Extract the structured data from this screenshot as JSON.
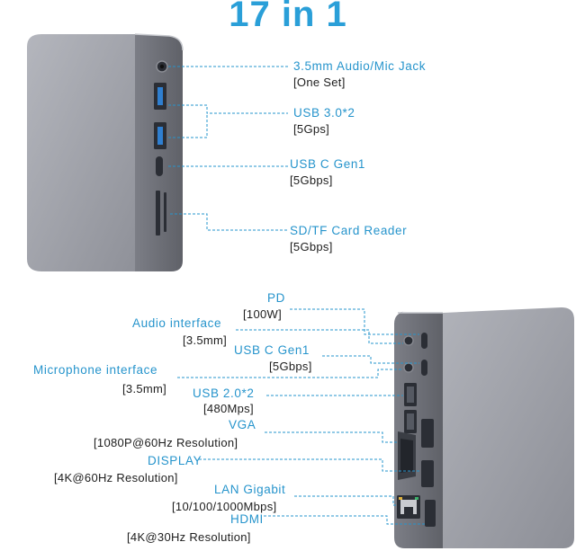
{
  "title": "17 in 1",
  "colors": {
    "accent": "#2a9fd8",
    "device_body": "#9a9ca4",
    "device_edge": "#6f7179",
    "port": "#2b2e35"
  },
  "front_ports": [
    {
      "name": "3.5mm Audio/Mic Jack",
      "spec": "[One Set]"
    },
    {
      "name": "USB 3.0*2",
      "spec": "[5Gps]"
    },
    {
      "name": "USB C Gen1",
      "spec": "[5Gbps]"
    },
    {
      "name": "SD/TF Card Reader",
      "spec": "[5Gbps]"
    }
  ],
  "rear_ports": [
    {
      "name": "PD",
      "spec": "[100W]"
    },
    {
      "name": "Audio interface",
      "spec": "[3.5mm]"
    },
    {
      "name": "USB C Gen1",
      "spec": "[5Gbps]"
    },
    {
      "name": "Microphone interface",
      "spec": "[3.5mm]"
    },
    {
      "name": "USB 2.0*2",
      "spec": "[480Mps]"
    },
    {
      "name": "VGA",
      "spec": "[1080P@60Hz Resolution]"
    },
    {
      "name": "DISPLAY",
      "spec": "[4K@60Hz Resolution]"
    },
    {
      "name": "LAN Gigabit",
      "spec": "[10/100/1000Mbps]"
    },
    {
      "name": "HDMI",
      "spec": "[4K@30Hz Resolution]"
    }
  ]
}
